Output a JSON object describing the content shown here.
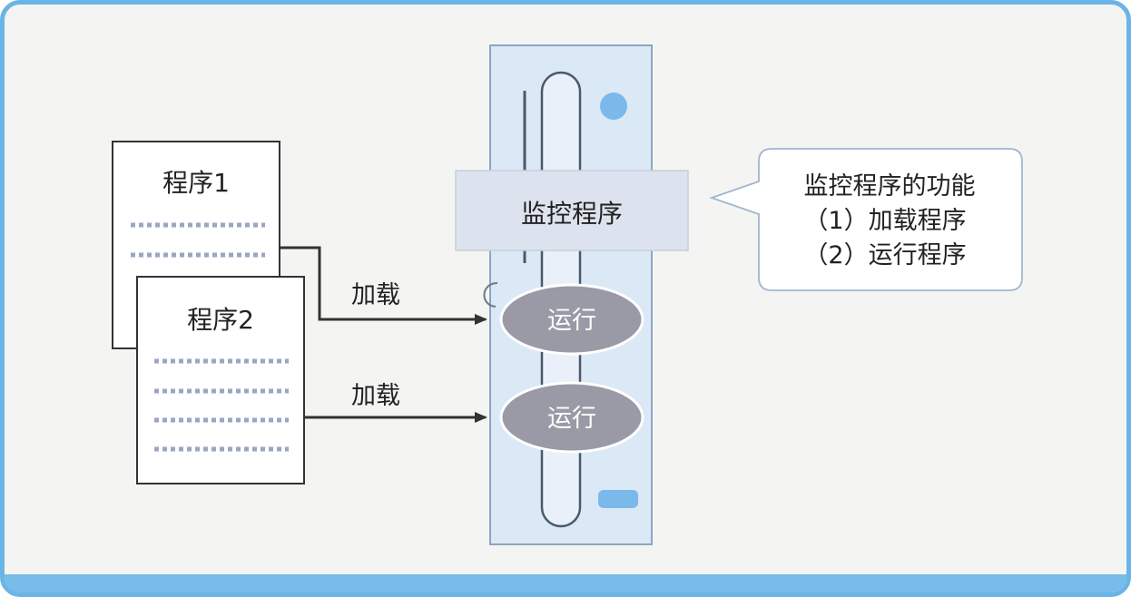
{
  "documents": [
    {
      "title": "程序1"
    },
    {
      "title": "程序2"
    }
  ],
  "arrows": [
    {
      "label": "加载"
    },
    {
      "label": "加载"
    }
  ],
  "monitor": {
    "label": "监控程序"
  },
  "run_items": [
    {
      "label": "运行"
    },
    {
      "label": "运行"
    }
  ],
  "callout": {
    "line1": "监控程序的功能",
    "line2": "（1）加载程序",
    "line3": "（2）运行程序"
  },
  "colors": {
    "frame_border": "#6cb4e6",
    "tower_fill": "#dbe8f6",
    "monitor_fill": "#dde3ee",
    "ellipse_fill": "#9a9aa6",
    "arrow": "#333333"
  }
}
